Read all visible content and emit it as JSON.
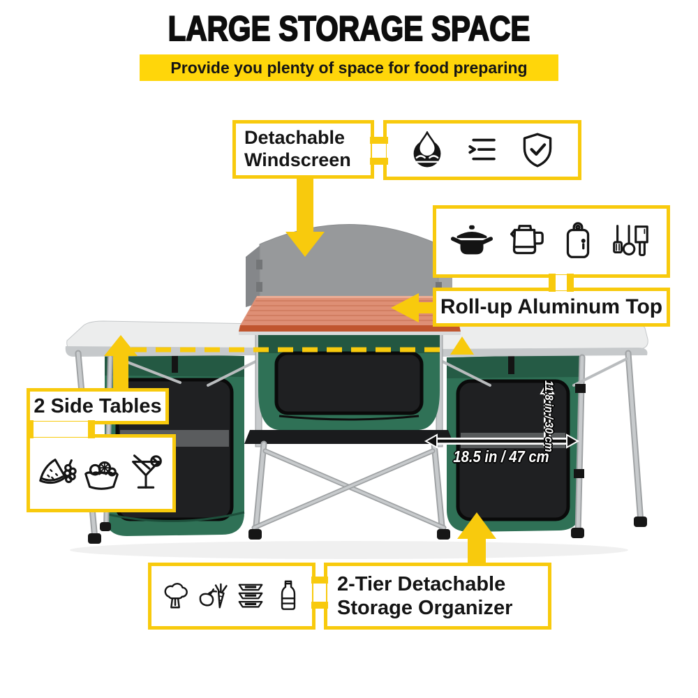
{
  "header": {
    "title": "LARGE STORAGE SPACE",
    "subtitle": "Provide you plenty of space for food preparing"
  },
  "callouts": {
    "windscreen": {
      "line1": "Detachable",
      "line2": "Windscreen"
    },
    "rollup_top": {
      "label": "Roll-up Aluminum Top"
    },
    "side_tables": {
      "label": "2 Side Tables"
    },
    "organizer": {
      "line1": "2-Tier Detachable",
      "line2": "Storage Organizer"
    }
  },
  "dimensions": {
    "width_label": "18.5 in / 47 cm",
    "height_label": "11.8 in / 30 cm"
  },
  "icon_groups": {
    "features": [
      "water-drop-icon",
      "checklist-icon",
      "shield-check-icon"
    ],
    "cookware": [
      "pot-icon",
      "kettle-icon",
      "cutting-board-icon",
      "kitchen-utensils-icon"
    ],
    "food_prep": [
      "watermelon-icon",
      "fruit-bowl-icon",
      "cocktail-icon"
    ],
    "storage": [
      "broccoli-icon",
      "vegetables-icon",
      "food-trays-icon",
      "bottle-icon"
    ]
  },
  "colors": {
    "accent_yellow": "#F8CA0D",
    "banner_yellow": "#FFD60A",
    "fabric_green": "#2F7156",
    "fabric_green_dark": "#1C4634",
    "mesh_black": "#1F2022",
    "top_orange": "#DE8F75",
    "top_orange_edge": "#C0552E",
    "windscreen_gray": "#97999B",
    "table_white": "#ECEDED",
    "frame_silver": "#C7CACC",
    "ink": "#141414"
  }
}
